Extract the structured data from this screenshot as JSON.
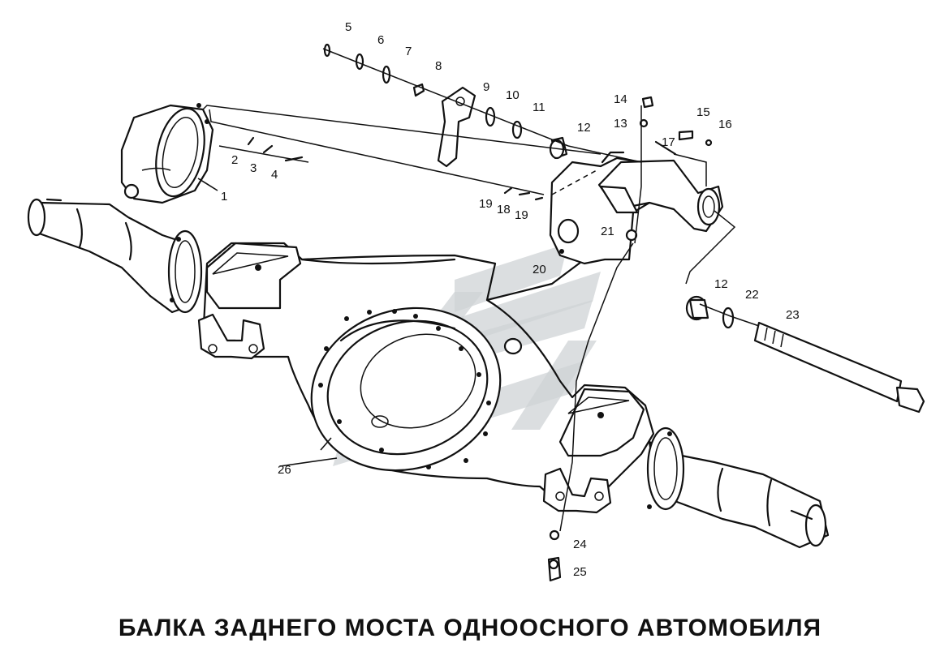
{
  "title": "БАЛКА ЗАДНЕГО МОСТА ОДНООСНОГО АВТОМОБИЛЯ",
  "callouts": [
    "1",
    "2",
    "3",
    "4",
    "5",
    "6",
    "7",
    "8",
    "9",
    "10",
    "11",
    "12",
    "13",
    "14",
    "15",
    "16",
    "17",
    "18",
    "19",
    "19",
    "20",
    "21",
    "12",
    "22",
    "23",
    "24",
    "25",
    "26"
  ],
  "colors": {
    "line": "#111111",
    "watermark": "#cfd3d6",
    "background": "#ffffff"
  }
}
